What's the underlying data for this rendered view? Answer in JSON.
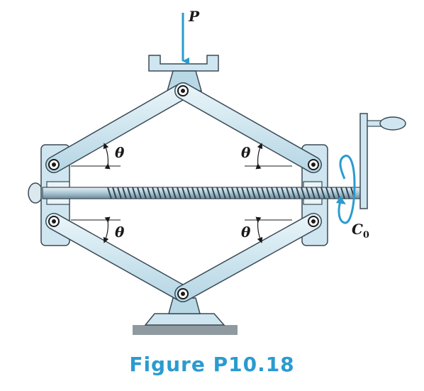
{
  "diagram": {
    "load_label": "P",
    "angle_label_1": "θ",
    "angle_label_2": "θ",
    "angle_label_3": "θ",
    "angle_label_4": "θ",
    "couple_label": "C",
    "couple_subscript": "0"
  },
  "caption": "Figure P10.18",
  "colors": {
    "accent": "#2a9bd0",
    "link_fill": "#cfe6f0",
    "link_stroke": "#3b4a55",
    "base": "#8f9aa0"
  }
}
